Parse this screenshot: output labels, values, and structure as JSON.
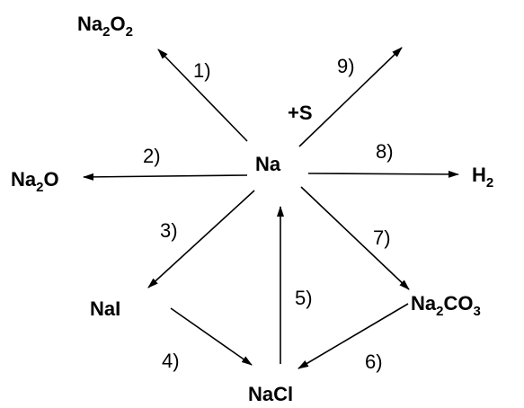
{
  "compounds": {
    "na": "Na",
    "na2o2": {
      "a": "Na",
      "s1": "2",
      "b": "O",
      "s2": "2"
    },
    "na2o": {
      "a": "Na",
      "s1": "2",
      "b": "O"
    },
    "nai": "NaI",
    "nacl": "NaCl",
    "na2co3": {
      "a": "Na",
      "s1": "2",
      "b": "CO",
      "s2": "3"
    },
    "h2": {
      "a": "H",
      "s1": "2"
    }
  },
  "steps": {
    "s1": "1)",
    "s2": "2)",
    "s3": "3)",
    "s4": "4)",
    "s5": "5)",
    "s6": "6)",
    "s7": "7)",
    "s8": "8)",
    "s9": "9)"
  },
  "reagents": {
    "sulfur": "+S"
  }
}
